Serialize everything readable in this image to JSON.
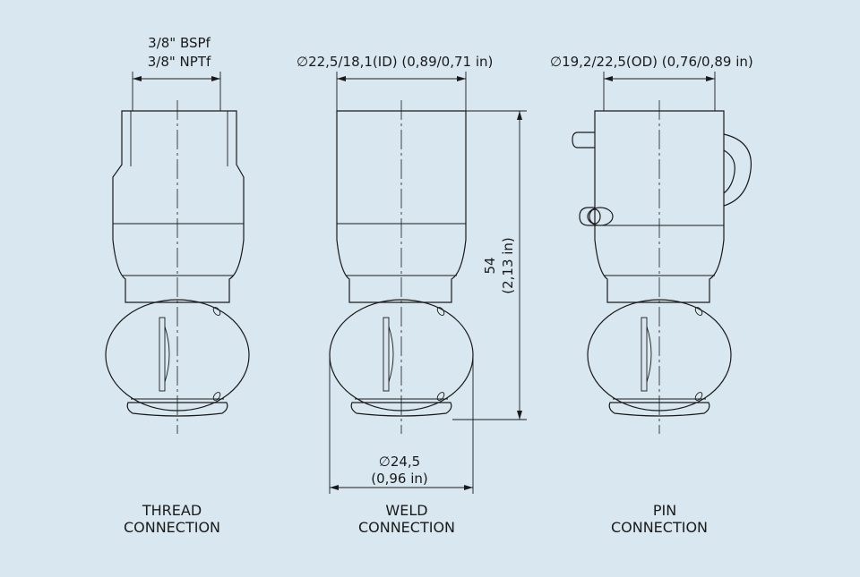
{
  "palette": {
    "background": "#d9e8f0",
    "line": "#1a1a1a"
  },
  "views": [
    {
      "caption_line1": "THREAD",
      "caption_line2": "CONNECTION",
      "dim_line1": "3/8\" BSPf",
      "dim_line2": "3/8\" NPTf"
    },
    {
      "caption_line1": "WELD",
      "caption_line2": "CONNECTION",
      "dim_top": "22,5/18,1(ID) (0,89/0,71 in)",
      "dim_height_mm": "54",
      "dim_height_in": "(2,13 in)",
      "dim_bottom_mm": "24,5",
      "dim_bottom_in": "(0,96 in)"
    },
    {
      "caption_line1": "PIN",
      "caption_line2": "CONNECTION",
      "dim_top": "19,2/22,5(OD) (0,76/0,89 in)"
    }
  ],
  "symbols": {
    "diameter": "∅"
  }
}
